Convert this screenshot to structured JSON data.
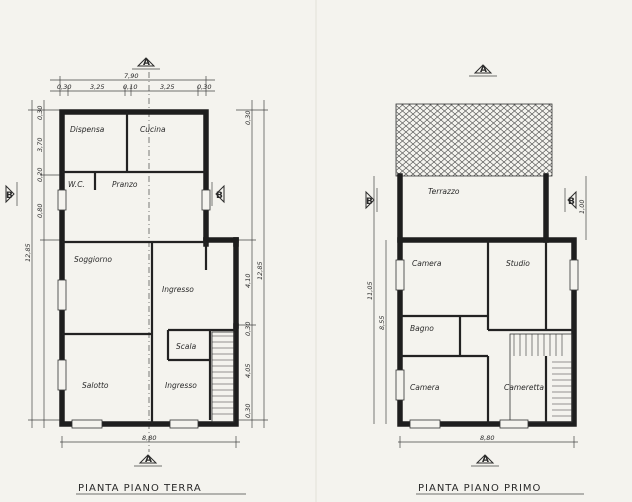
{
  "ground_floor": {
    "title": "PIANTA PIANO TERRA",
    "section_mark": "A",
    "side_mark": "B",
    "overall_width": "7,90",
    "bottom_width": "8,80",
    "top_dims": [
      "0,30",
      "3,25",
      "0,10",
      "3,25",
      "0,30"
    ],
    "left_height": "12,85",
    "right_height": "12,85",
    "rooms": {
      "dispensa": "Dispensa",
      "cucina": "Cucina",
      "wc": "W.C.",
      "pranzo": "Pranzo",
      "soggiorno": "Soggiorno",
      "ingresso_1": "Ingresso",
      "scala": "Scala",
      "salotto": "Salotto",
      "ingresso_2": "Ingresso"
    },
    "side_dims": [
      "0,30",
      "3,70",
      "0,20",
      "0,80",
      "0,30",
      "4,10",
      "0,30",
      "4,05",
      "0,30"
    ]
  },
  "first_floor": {
    "title": "PIANTA PIANO PRIMO",
    "section_mark": "A",
    "side_mark": "B",
    "bottom_width": "8,80",
    "right_height": "1,00",
    "left_heights": [
      "11,05",
      "8,55"
    ],
    "rooms": {
      "terrazzo": "Terrazzo",
      "camera_1": "Camera",
      "studio": "Studio",
      "bagno": "Bagno",
      "camera_2": "Camera",
      "cameretta": "Cameretta"
    }
  }
}
